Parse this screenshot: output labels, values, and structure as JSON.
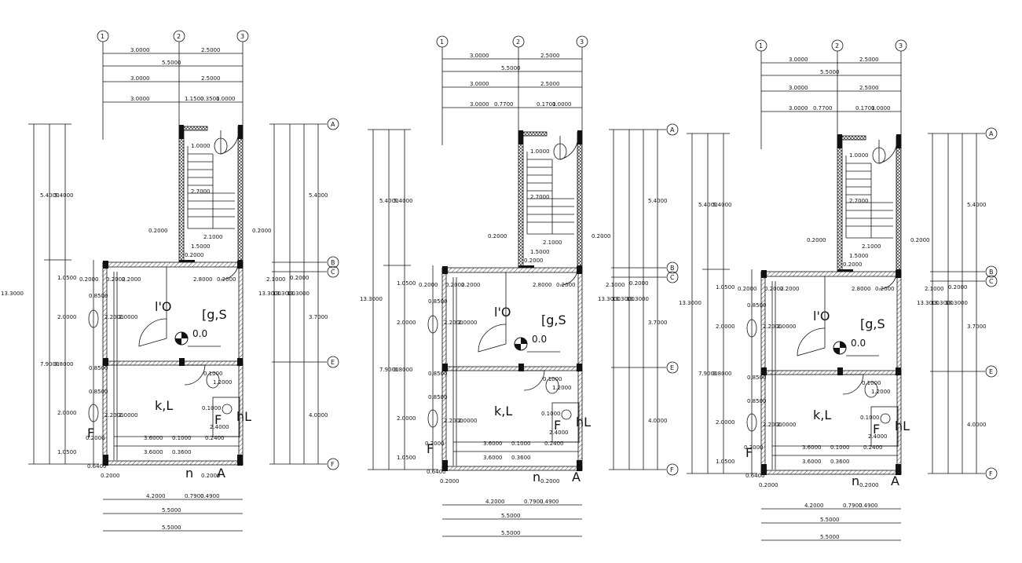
{
  "grid": {
    "cols": [
      "1",
      "2",
      "3"
    ],
    "rows": [
      "A",
      "B",
      "C",
      "E",
      "F"
    ]
  },
  "dims": {
    "top_row1": [
      "3.0000",
      "2.5000"
    ],
    "top_total": "5.5000",
    "top_row3": [
      "3.0000",
      "2.5000"
    ],
    "top_row4a": [
      "3.0000",
      "1.1500",
      "0.3500",
      "1.0000"
    ],
    "top_row4b": [
      "3.0000",
      "0.7700",
      "0.1700",
      "1.0000"
    ],
    "bottom_row1": [
      "4.2000",
      "0.7900",
      "0.4900"
    ],
    "bottom_total": "5.5000",
    "bottom_total2": "5.5000",
    "left_total": "13.3000",
    "left_upper": [
      "5.4000",
      "5.4000"
    ],
    "left_lower": "7.9000",
    "left_segs": [
      "1.0500",
      "0.8500",
      "2.0000",
      "0.8500",
      "0.8500",
      "2.0000",
      "1.0500"
    ],
    "left_seg_mid": "0.8000",
    "right_totals": [
      "13.3000",
      "13.3000",
      "13.3000"
    ],
    "right_segs": [
      "5.4000",
      "0.2000",
      "3.7000",
      "4.0000"
    ],
    "stair": [
      "1.0000",
      "2.7000",
      "2.1000",
      "1.5000",
      "0.2000",
      "0.2000",
      "0.2000"
    ],
    "interior": [
      "0.2000",
      "0.2000",
      "2.2000",
      "2.8000",
      "0.2000",
      "2.2000",
      "2.2000",
      "2.0000",
      "1.2000",
      "2.4000",
      "0.1000",
      "0.1000",
      "3.6000",
      "0.1000",
      "0.2400",
      "3.6000",
      "0.3600",
      "0.2000",
      "0.2000",
      "0.2000",
      "2.1000",
      "0.6400"
    ]
  },
  "rooms": {
    "r1": "l'O",
    "r2": "[g,S",
    "r3": "k,L",
    "r4": "hL",
    "f1": "F",
    "f2": "F",
    "a": "A",
    "n": "n"
  },
  "level": "0.0"
}
